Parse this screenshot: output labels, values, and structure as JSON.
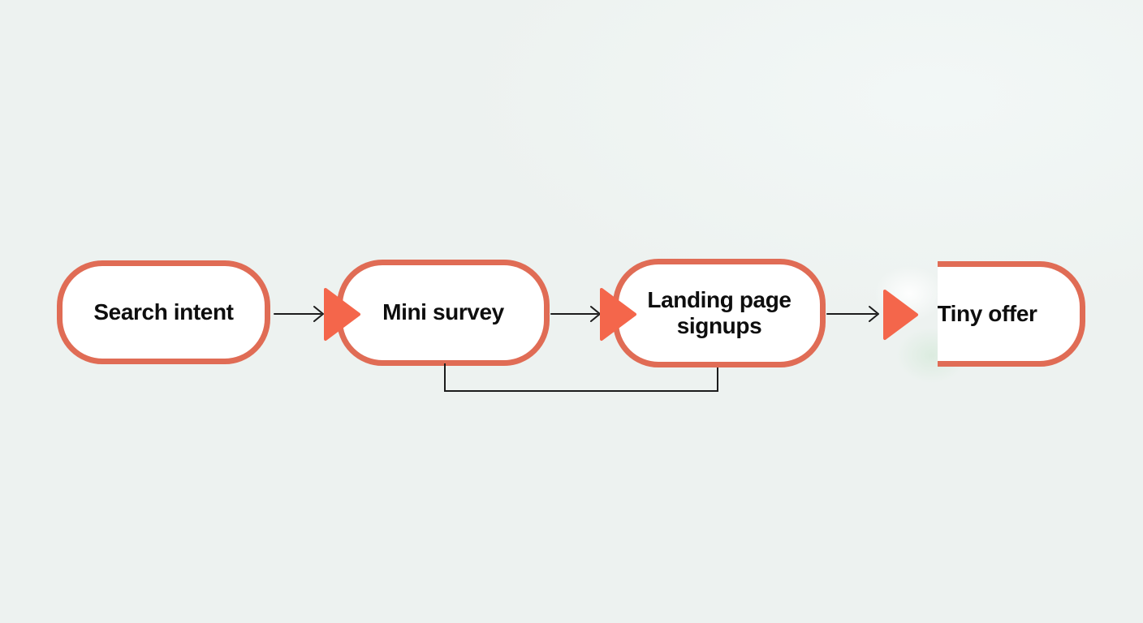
{
  "colors": {
    "background": "#EDF2F0",
    "node_fill": "#FFFFFF",
    "node_border": "#E06C55",
    "triangle": "#F4664B",
    "line": "#1C1C1C",
    "text": "#0E0E0E"
  },
  "diagram": {
    "type": "flowchart",
    "direction": "left-to-right",
    "nodes": [
      {
        "id": "search-intent",
        "label": "Search intent"
      },
      {
        "id": "mini-survey",
        "label": "Mini survey"
      },
      {
        "id": "landing-page-signups",
        "label": "Landing page signups"
      },
      {
        "id": "tiny-offer",
        "label": "Tiny offer"
      }
    ],
    "edges": [
      {
        "from": "search-intent",
        "to": "mini-survey",
        "style": "arrow-with-triangle-marker"
      },
      {
        "from": "mini-survey",
        "to": "landing-page-signups",
        "style": "arrow-with-triangle-marker"
      },
      {
        "from": "landing-page-signups",
        "to": "tiny-offer",
        "style": "arrow-with-triangle-marker"
      },
      {
        "from": "mini-survey",
        "to": "landing-page-signups",
        "style": "elbow-line-below-no-arrowhead"
      }
    ]
  }
}
